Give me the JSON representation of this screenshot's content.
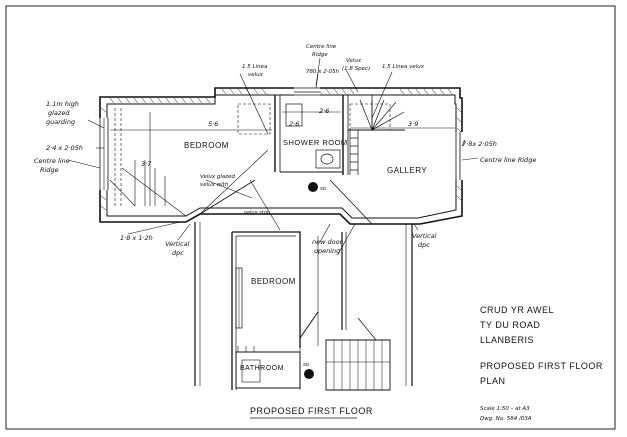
{
  "rooms": {
    "bedroom_upper": "BEDROOM",
    "shower_room": "SHOWER ROOM",
    "gallery": "GALLERY",
    "bedroom_lower": "BEDROOM",
    "bathroom": "BATHROOM"
  },
  "annotations": {
    "glazed_guarding": [
      "1.1m high",
      "glazed",
      "guarding"
    ],
    "window_left": "2·4 x 2·05h",
    "centre_line_ridge_left": [
      "Centre line",
      "Ridge"
    ],
    "velux_upper": [
      "1.5 Linea",
      "velux"
    ],
    "centre_line_ridge_top": [
      "Centre line",
      "Ridge"
    ],
    "window_top": "780 x 2·05h",
    "rooflight_top": [
      "Velux",
      "(1.8 Spec)"
    ],
    "velux_right": "1.5 Linea velux",
    "dimension_5_6": "5·6",
    "dimension_3_7": "3·7",
    "dimension_2_6": "2·6",
    "dimension_2_6_gallery": "2·6",
    "dimension_3_9": "3·9",
    "velux_glazed_note": [
      "Velux glazed",
      "velux with"
    ],
    "velux_glazed_note_2": "velux stop",
    "window_right": "7·8x 2·05h",
    "centre_line_ridge_right": "Centre line Ridge",
    "window_bottom_left": "1·8 x 1·2h",
    "vertical_dpc_left": [
      "Vertical",
      "dpc"
    ],
    "new_door_opening": [
      "new door",
      "opening"
    ],
    "vertical_dpc_right": [
      "Vertical",
      "dpc"
    ],
    "sd_upper": "SD",
    "sd_lower": "SD"
  },
  "title_block": {
    "line1": "CRUD YR AWEL",
    "line2": "TY DU ROAD",
    "line3": "LLANBERIS",
    "line4": "PROPOSED FIRST FLOOR",
    "line5": "PLAN",
    "scale": "Scale 1:50 – at A3",
    "drawing_no": "Dwg. No. 584 /03A"
  },
  "drawing_title": "PROPOSED FIRST FLOOR"
}
